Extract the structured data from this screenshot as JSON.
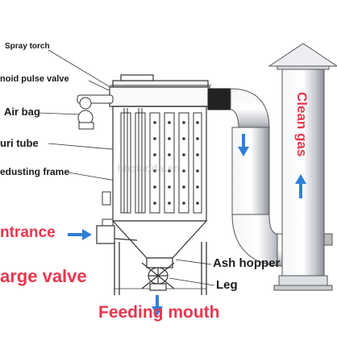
{
  "labels": {
    "spray_torch": "Spray torch",
    "pulse_valve": "noid pulse valve",
    "air_bag": "Air bag",
    "venturi_tube": "uri tube",
    "dedusting_frame": "edusting frame",
    "entrance": "ntrance",
    "discharge_valve": "arge valve",
    "ash_hopper": "Ash hopper",
    "leg": "Leg",
    "feeding_mouth": "Feeding mouth",
    "clean_gas": "Clean gas"
  },
  "watermark": "hbqiaoda.en",
  "colors": {
    "accent_red": "#e8374e",
    "arrow_blue": "#2f7fd8",
    "line": "#333333",
    "duct_shade": "#c9ccd2"
  }
}
